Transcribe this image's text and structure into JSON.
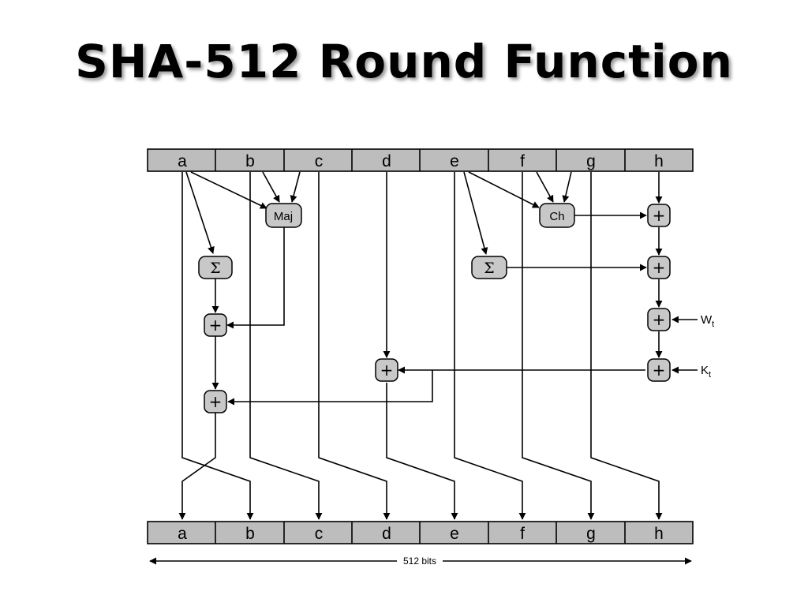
{
  "title": "SHA-512 Round Function",
  "registers_top": [
    "a",
    "b",
    "c",
    "d",
    "e",
    "f",
    "g",
    "h"
  ],
  "registers_bottom": [
    "a",
    "b",
    "c",
    "d",
    "e",
    "f",
    "g",
    "h"
  ],
  "ops": {
    "maj": "Maj",
    "ch": "Ch",
    "sigma": "Σ",
    "plus": "+"
  },
  "inputs": {
    "w": {
      "base": "W",
      "sub": "t"
    },
    "k": {
      "base": "K",
      "sub": "t"
    }
  },
  "width_label": "512 bits",
  "colors": {
    "register_fill": "#bdbdbd",
    "op_fill": "#c8c8c8"
  }
}
